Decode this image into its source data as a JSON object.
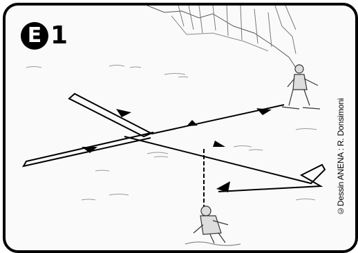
{
  "badge": {
    "letter": "E",
    "number": "1"
  },
  "credit": "©Dessin ANENA : R. Donsimoni",
  "colors": {
    "ink": "#000000",
    "paper": "#fafafa",
    "rock": "#666666"
  },
  "icons": {
    "rocks": "rock-cliff-icon",
    "searcher": "skier-searcher-icon",
    "victim": "buried-victim-icon",
    "path": "search-path-arrows-icon"
  }
}
